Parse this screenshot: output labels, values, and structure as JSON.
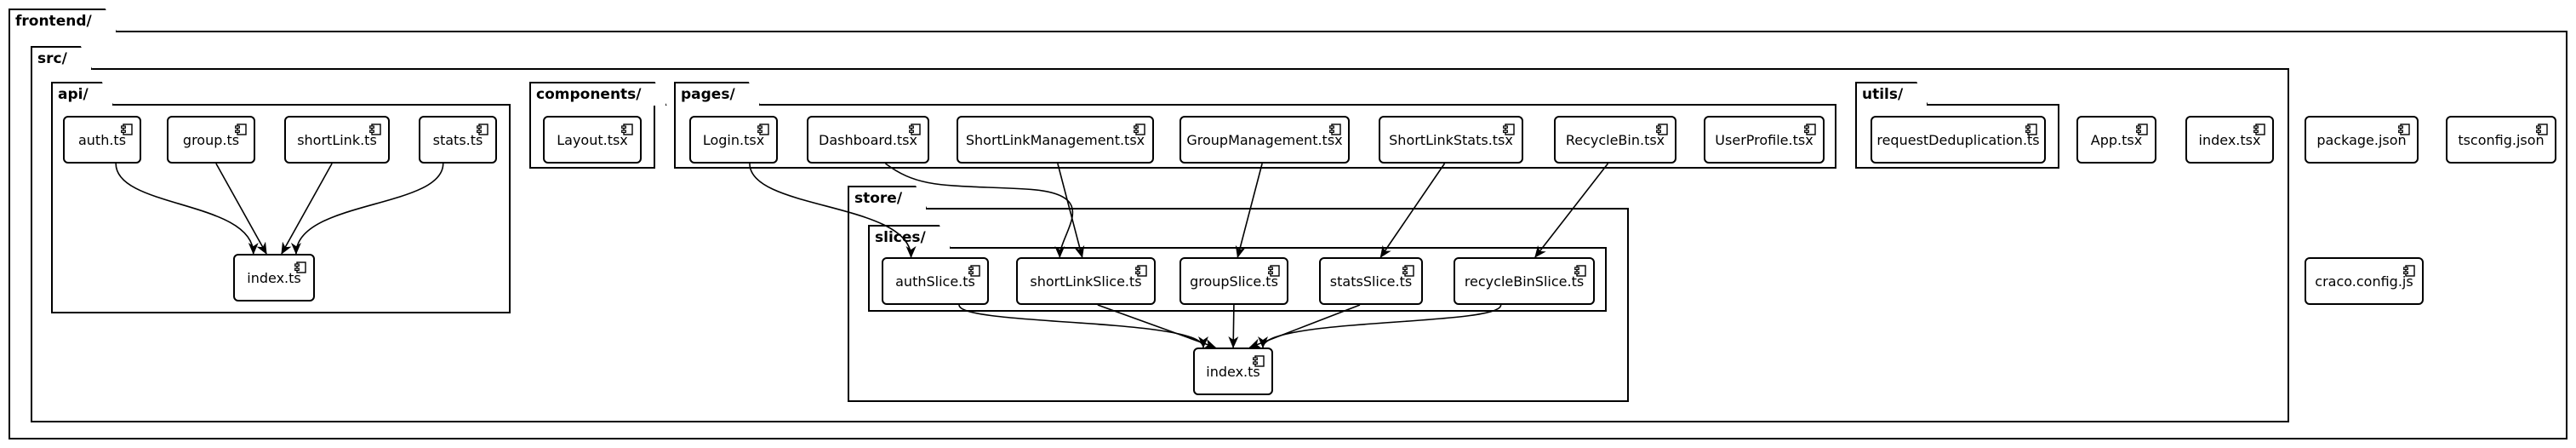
{
  "packages": {
    "frontend": "frontend/",
    "src": "src/",
    "api": "api/",
    "components": "components/",
    "pages": "pages/",
    "utils": "utils/",
    "store": "store/",
    "slices": "slices/"
  },
  "nodes": {
    "api_auth": "auth.ts",
    "api_group": "group.ts",
    "api_shortlink": "shortLink.ts",
    "api_stats": "stats.ts",
    "api_index": "index.ts",
    "comp_layout": "Layout.tsx",
    "page_login": "Login.tsx",
    "page_dashboard": "Dashboard.tsx",
    "page_shortlinkmgmt": "ShortLinkManagement.tsx",
    "page_groupmgmt": "GroupManagement.tsx",
    "page_shortlinkstats": "ShortLinkStats.tsx",
    "page_recyclebin": "RecycleBin.tsx",
    "page_userprofile": "UserProfile.tsx",
    "util_reqdedup": "requestDeduplication.ts",
    "src_app": "App.tsx",
    "src_index": "index.tsx",
    "slice_auth": "authSlice.ts",
    "slice_shortlink": "shortLinkSlice.ts",
    "slice_group": "groupSlice.ts",
    "slice_stats": "statsSlice.ts",
    "slice_recyclebin": "recycleBinSlice.ts",
    "store_index": "index.ts",
    "root_package": "package.json",
    "root_tsconfig": "tsconfig.json",
    "root_craco": "craco.config.js"
  },
  "edges": [
    [
      "api_auth",
      "api_index"
    ],
    [
      "api_group",
      "api_index"
    ],
    [
      "api_shortlink",
      "api_index"
    ],
    [
      "api_stats",
      "api_index"
    ],
    [
      "page_login",
      "slice_auth"
    ],
    [
      "page_dashboard",
      "slice_shortlink"
    ],
    [
      "page_shortlinkmgmt",
      "slice_shortlink"
    ],
    [
      "page_groupmgmt",
      "slice_group"
    ],
    [
      "page_shortlinkstats",
      "slice_stats"
    ],
    [
      "page_recyclebin",
      "slice_recyclebin"
    ],
    [
      "slice_auth",
      "store_index"
    ],
    [
      "slice_shortlink",
      "store_index"
    ],
    [
      "slice_group",
      "store_index"
    ],
    [
      "slice_stats",
      "store_index"
    ],
    [
      "slice_recyclebin",
      "store_index"
    ]
  ]
}
